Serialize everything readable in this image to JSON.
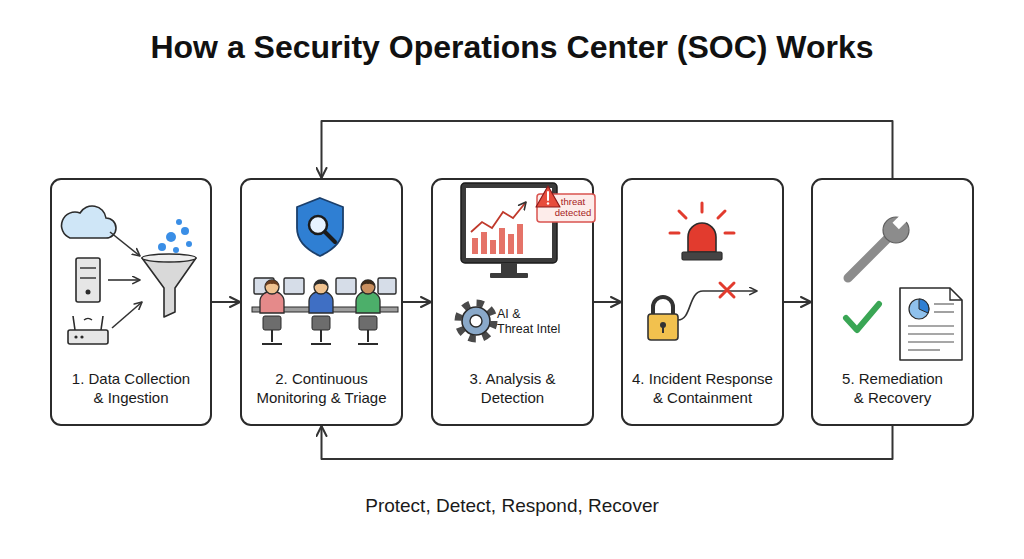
{
  "diagram": {
    "title": "How a Security Operations Center (SOC) Works",
    "caption": "Protect, Detect, Respond, Recover",
    "nodes": [
      {
        "text": [
          "1. Data Collection & Ingestion"
        ]
      },
      {
        "text": [
          "2. Continuous Monitoring & Triage"
        ]
      },
      {
        "text": [
          "3. Analysis & Detection"
        ]
      },
      {
        "text": [
          "4. Incident Response & Containment"
        ]
      },
      {
        "text": [
          "5. Remediation & Recovery"
        ]
      }
    ],
    "edges": [
      {
        "from": 0,
        "to": 1,
        "arrow": "to"
      },
      {
        "from": 1,
        "to": 2,
        "arrow": "to"
      },
      {
        "from": 2,
        "to": 3,
        "arrow": "to"
      },
      {
        "from": 3,
        "to": 4,
        "arrow": "to"
      },
      {
        "from": 4,
        "to": 1,
        "arrow": "to"
      },
      {
        "from": 4,
        "to": 1,
        "arrow": "to"
      }
    ],
    "labels": [
      "threat detected",
      "AI & Threat Intel"
    ]
  }
}
